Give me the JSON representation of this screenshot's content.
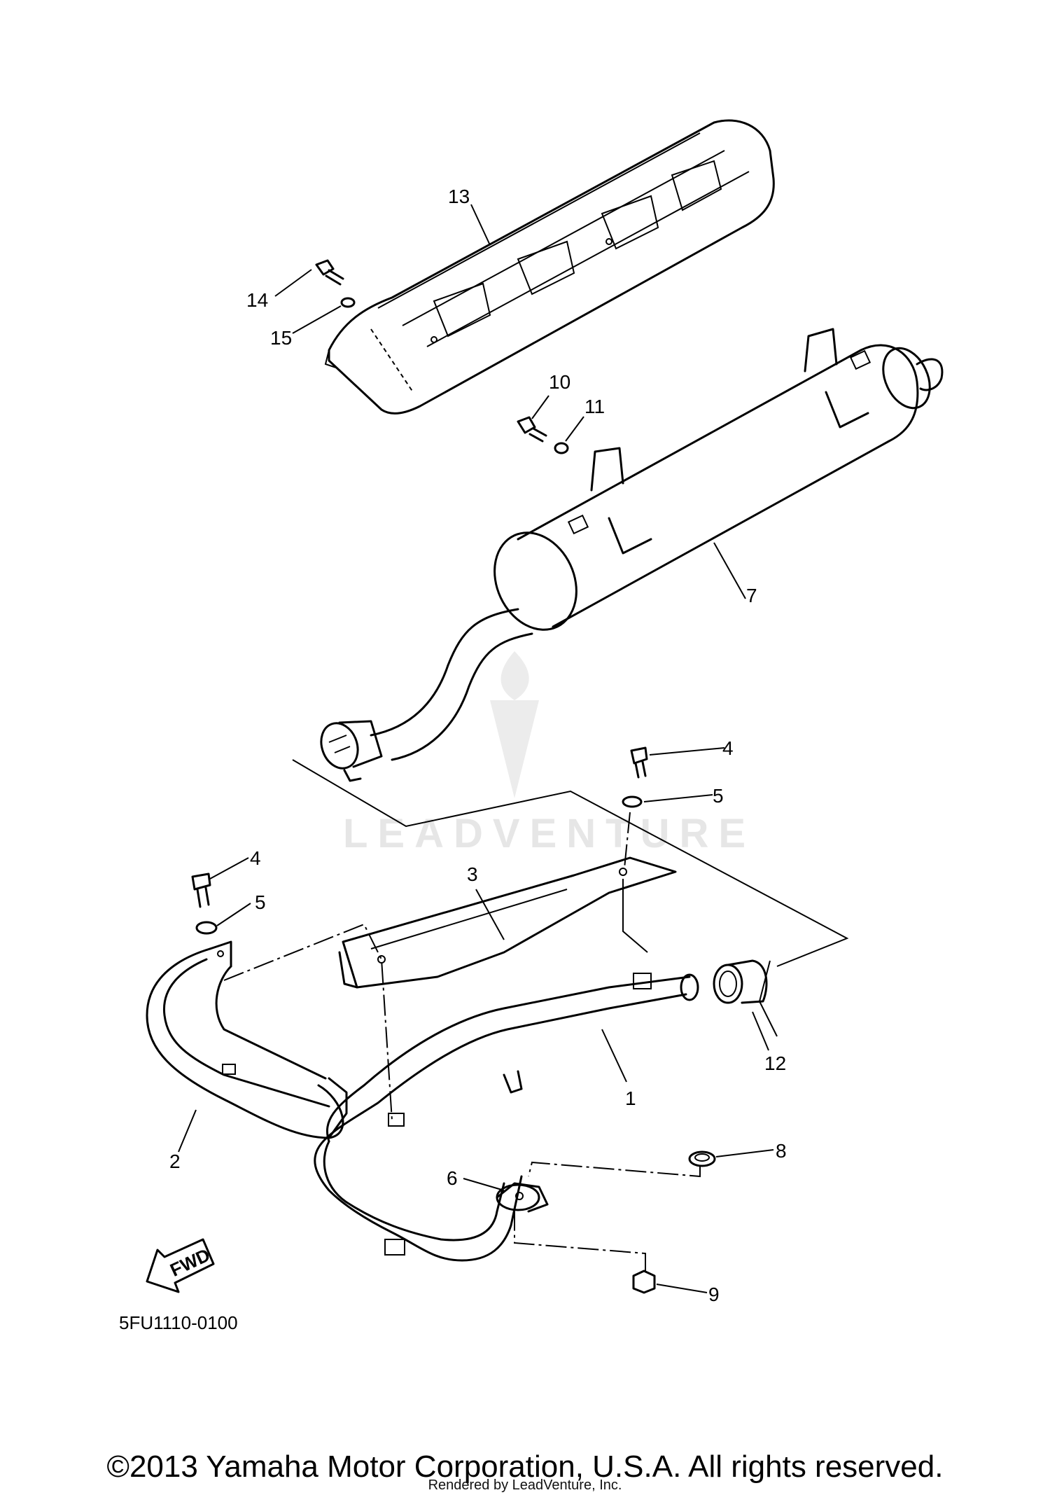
{
  "diagram": {
    "callouts": {
      "c1": "1",
      "c2": "2",
      "c3": "3",
      "c4a": "4",
      "c4b": "4",
      "c5a": "5",
      "c5b": "5",
      "c6": "6",
      "c7": "7",
      "c8": "8",
      "c9": "9",
      "c10": "10",
      "c11": "11",
      "c12": "12",
      "c13": "13",
      "c14": "14",
      "c15": "15"
    },
    "fwd_label": "FWD",
    "diagram_code": "5FU1110-0100",
    "watermark": "LEADVENTURE"
  },
  "footer": {
    "copyright": "©2013 Yamaha Motor Corporation, U.S.A. All rights reserved.",
    "rendered_by": "Rendered by LeadVenture, Inc."
  }
}
